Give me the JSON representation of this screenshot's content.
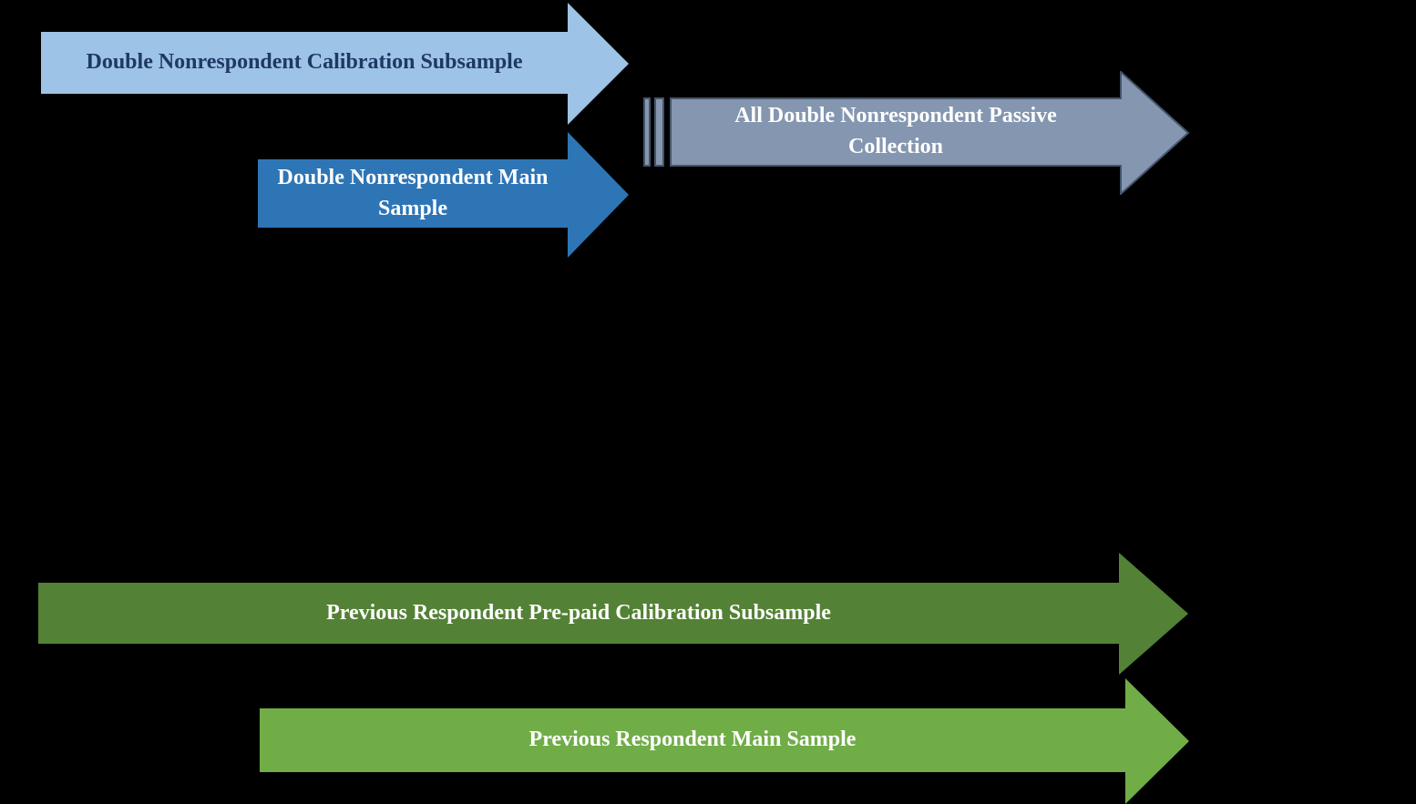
{
  "canvas": {
    "background": "#000000"
  },
  "arrows": {
    "dnr_calibration": {
      "label": "Double Nonrespondent Calibration Subsample",
      "fill": "#9DC3E6",
      "text_color": "#1F3864"
    },
    "dnr_main": {
      "label": "Double Nonrespondent Main Sample",
      "fill": "#2E75B6",
      "text_color": "#FFFFFF"
    },
    "dnr_passive": {
      "label": "All Double Nonrespondent Passive Collection",
      "fill": "#8496B0",
      "border": "#44546A",
      "text_color": "#FFFFFF"
    },
    "prev_calibration": {
      "label": "Previous Respondent Pre-paid Calibration Subsample",
      "fill": "#538135",
      "text_color": "#FFFFFF"
    },
    "prev_main": {
      "label": "Previous Respondent Main Sample",
      "fill": "#70AD47",
      "text_color": "#FFFFFF"
    }
  }
}
